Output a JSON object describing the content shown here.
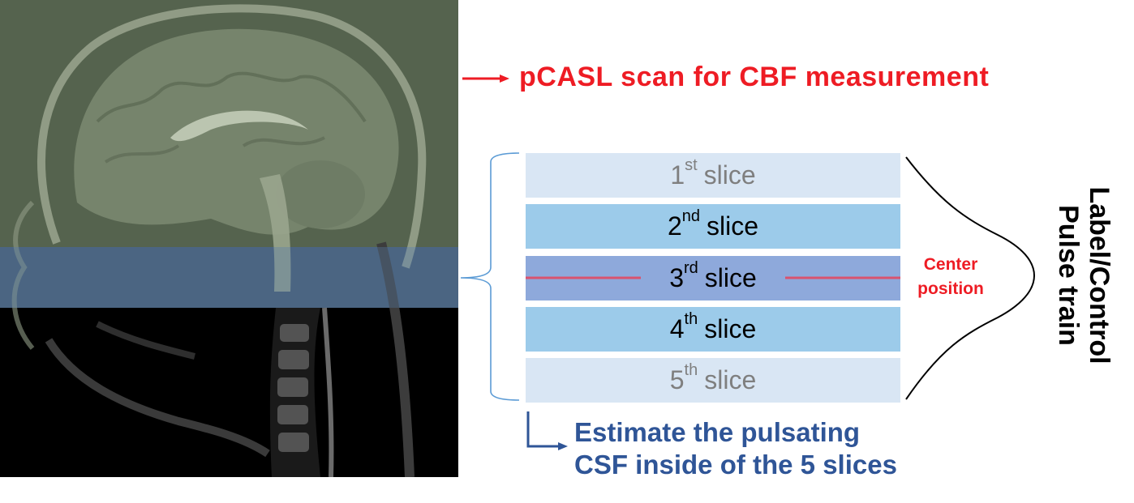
{
  "colors": {
    "red": "#ee1c24",
    "blue_text": "#2f5597",
    "slice_light": "#d9e6f4",
    "slice_mid": "#9ccbea",
    "slice_center": "#8ea9db",
    "center_line": "#d9536f",
    "mri_upper_tint": "#55634e",
    "mri_band_tint": "#44586e",
    "mri_lower": "#000000"
  },
  "header": {
    "arrow_icon": "right-arrow-icon",
    "text": "pCASL scan for CBF measurement"
  },
  "slices": [
    {
      "ord": "1",
      "sup": "st",
      "word": "slice",
      "fill": "#d9e6f4",
      "text_color": "#7f7f7f"
    },
    {
      "ord": "2",
      "sup": "nd",
      "word": "slice",
      "fill": "#9ccbea",
      "text_color": "#000000"
    },
    {
      "ord": "3",
      "sup": "rd",
      "word": "slice",
      "fill": "#8ea9db",
      "text_color": "#000000"
    },
    {
      "ord": "4",
      "sup": "th",
      "word": "slice",
      "fill": "#9ccbea",
      "text_color": "#000000"
    },
    {
      "ord": "5",
      "sup": "th",
      "word": "slice",
      "fill": "#d9e6f4",
      "text_color": "#7f7f7f"
    }
  ],
  "center": {
    "line1": "Center",
    "line2": "position"
  },
  "pulse": {
    "line1": "Label/Control",
    "line2": "Pulse train"
  },
  "estimate": {
    "line1": "Estimate the pulsating",
    "line2": "CSF inside of the 5 slices"
  }
}
